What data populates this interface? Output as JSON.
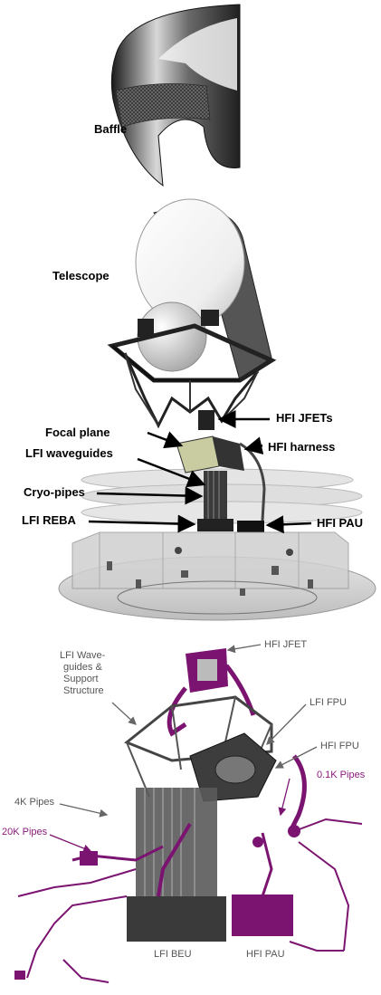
{
  "top_labels": {
    "baffle": "Baffle",
    "telescope": "Telescope",
    "hfi_jfets": "HFI JFETs",
    "focal_plane": "Focal plane",
    "lfi_waveguides": "LFI waveguides",
    "hfi_harness": "HFI harness",
    "cryo_pipes": "Cryo-pipes",
    "lfi_reba": "LFI REBA",
    "hfi_pau": "HFI PAU"
  },
  "bottom_labels": {
    "hfi_jfet": "HFI JFET",
    "lfi_wave_1": "LFI Wave-",
    "lfi_wave_2": "guides &",
    "lfi_wave_3": "Support",
    "lfi_wave_4": "Structure",
    "lfi_fpu": "LFI FPU",
    "hfi_fpu": "HFI FPU",
    "pipes_01k": "0.1K Pipes",
    "pipes_4k": "4K Pipes",
    "pipes_20k": "20K Pipes",
    "lfi_beu": "LFI BEU",
    "hfi_pau_bottom": "HFI PAU"
  },
  "colors": {
    "purple": "#7a1470",
    "dark": "#2a2a2a",
    "grey": "#8a8a8a",
    "light_grey": "#c8c8c8"
  }
}
